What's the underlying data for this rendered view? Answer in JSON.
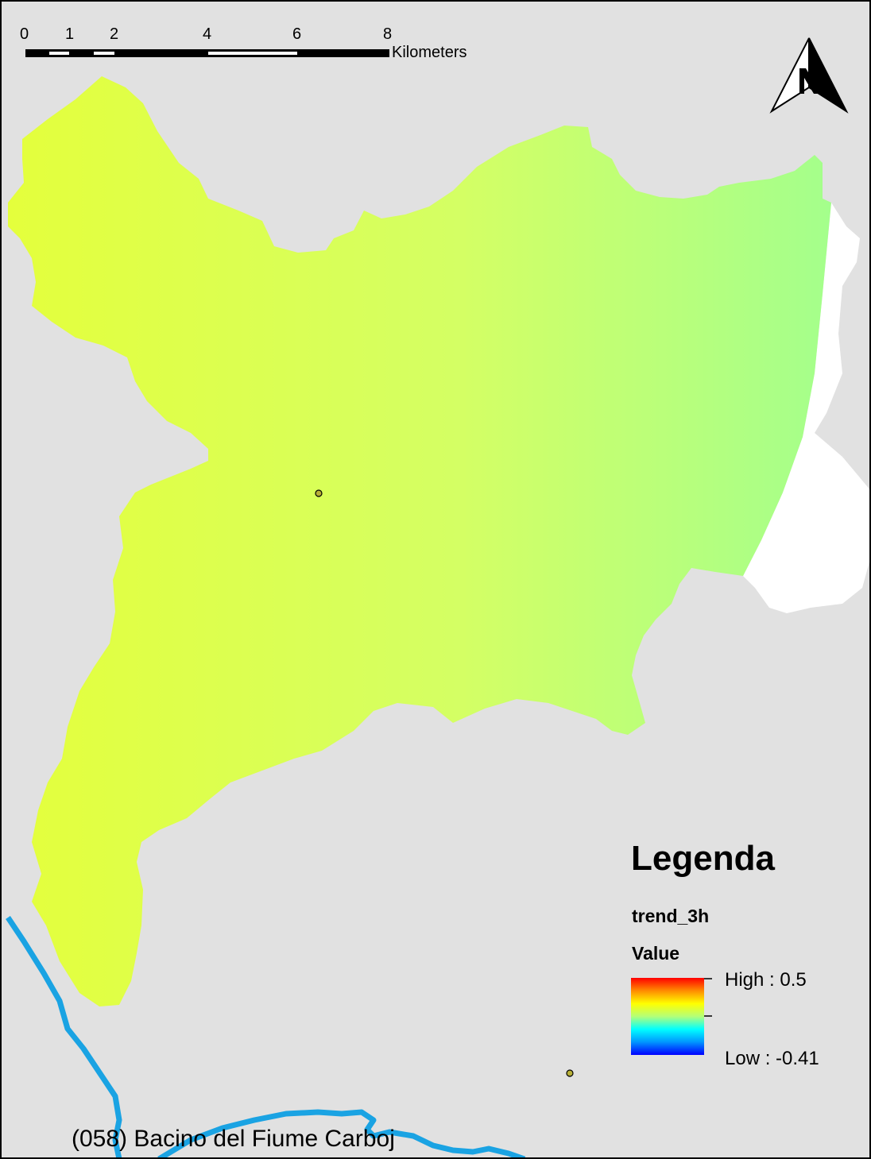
{
  "scale_bar": {
    "ticks": [
      "0",
      "1",
      "2",
      "4",
      "6",
      "8"
    ],
    "units": "Kilometers"
  },
  "north_arrow": {
    "letter": "N",
    "icon": "north-arrow-icon"
  },
  "legend": {
    "title": "Legenda",
    "layer": "trend_3h",
    "field": "Value",
    "high_label": "High : 0.5",
    "low_label": "Low : -0.41",
    "ramp_colors": [
      "#ff0000",
      "#ff8c00",
      "#ffff00",
      "#b4ff78",
      "#00ffff",
      "#0096ff",
      "#0000ff"
    ]
  },
  "basin_label": "(058) Bacino del Fiume Carboj",
  "colors": {
    "background": "#e1e1e1",
    "basin_west": "#e4ff3c",
    "basin_mid": "#d4ff64",
    "basin_east": "#a4ff8c",
    "river": "#1aa3e3",
    "station_fill": "#b8b038"
  }
}
